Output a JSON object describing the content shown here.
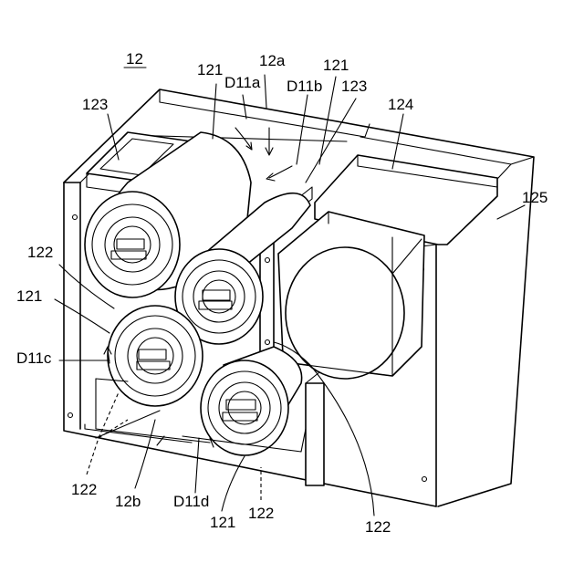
{
  "figure": {
    "labels": {
      "unit": "12",
      "top_section": "12a",
      "bottom_section": "12b",
      "roller_top": "121",
      "roller_top_right": "121",
      "roller_left": "121",
      "roller_bottom": "121",
      "dir_a": "D11a",
      "dir_b": "D11b",
      "dir_c": "D11c",
      "dir_d": "D11d",
      "guide_top_left": "123",
      "guide_top_right": "123",
      "block": "124",
      "housing": "125",
      "gear_left": "122",
      "gear_bottom_left": "122",
      "gear_bottom": "122",
      "gear_bottom_right": "122"
    }
  }
}
